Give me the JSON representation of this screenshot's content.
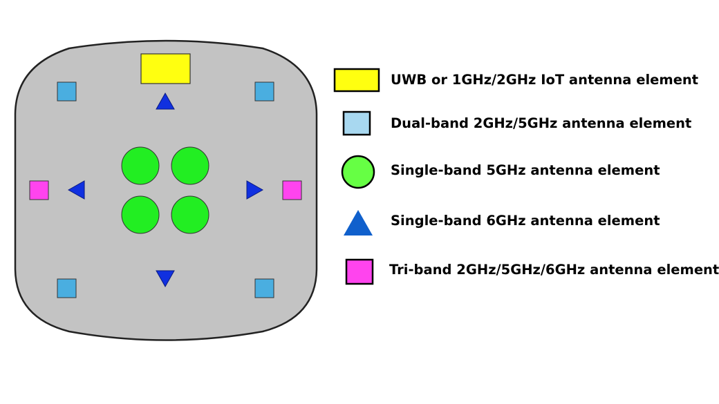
{
  "colors": {
    "background": "#ffffff",
    "housing_fill": "#c3c3c3",
    "housing_stroke": "#222222",
    "uwb_iot": "#ffff10",
    "dual_band": "#4aaee0",
    "dual_band_legend": "#a8d8f0",
    "single_5ghz": "#22ee22",
    "single_5ghz_legend": "#66ff44",
    "single_6ghz": "#1030e0",
    "single_6ghz_legend": "#1060cc",
    "tri_band": "#ff44ee"
  },
  "legend": [
    {
      "symbol": "yellow-rectangle",
      "label": "UWB or 1GHz/2GHz IoT antenna element"
    },
    {
      "symbol": "light-blue-square",
      "label": "Dual-band 2GHz/5GHz antenna element"
    },
    {
      "symbol": "green-circle",
      "label": "Single-band 5GHz antenna element"
    },
    {
      "symbol": "blue-triangle",
      "label": "Single-band 6GHz antenna element"
    },
    {
      "symbol": "magenta-square",
      "label": "Tri-band 2GHz/5GHz/6GHz antenna element"
    }
  ],
  "antenna_layout": {
    "uwb_iot_count": 1,
    "dual_band_count": 4,
    "single_5ghz_count": 4,
    "single_6ghz_count": 4,
    "tri_band_count": 2
  }
}
